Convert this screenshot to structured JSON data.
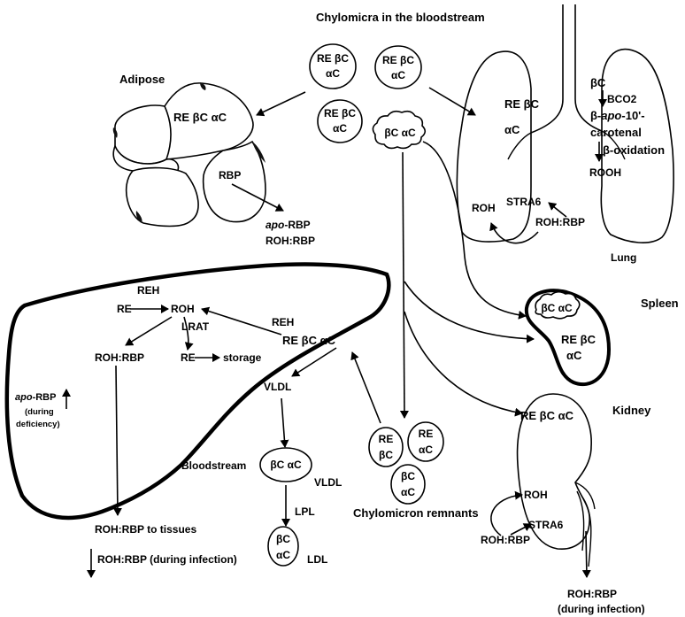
{
  "chylomicra": {
    "title": "Chylomicra in the bloodstream",
    "p1": {
      "l1": "RE βC",
      "l2": "αC"
    },
    "p2": {
      "l1": "RE βC",
      "l2": "αC"
    },
    "p3": {
      "l1": "RE βC",
      "l2": "αC"
    },
    "cloud": "βC αC"
  },
  "adipose": {
    "title": "Adipose",
    "content": "RE βC αC",
    "rbp": "RBP",
    "apo": "apo",
    "apo_suffix": "-RBP",
    "rohrbp": "ROH:RBP"
  },
  "lung": {
    "title": "Lung",
    "re_bc": "RE βC",
    "ac": "αC",
    "bc": "βC",
    "bco2": "BCO2",
    "beta_prefix": "β-",
    "apo": "apo",
    "suffix_10": "-10'-",
    "carotenal": "carotenal",
    "beta_ox": "β-oxidation",
    "rooh": "ROOH",
    "stra6": "STRA6",
    "roh": "ROH",
    "rohrbp": "ROH:RBP"
  },
  "spleen": {
    "title": "Spleen",
    "cloud": "βC αC",
    "re_bc": "RE βC",
    "ac": "αC"
  },
  "kidney": {
    "title": "Kidney",
    "content": "RE βC αC",
    "roh": "ROH",
    "stra6": "STRA6",
    "rohrbp": "ROH:RBP",
    "out1": "ROH:RBP",
    "out2": "(during infection)"
  },
  "liver": {
    "reh1": "REH",
    "re": "RE",
    "roh": "ROH",
    "lrat": "LRAT",
    "reh2": "REH",
    "re_bc_ac": "RE βC αC",
    "rohrbp": "ROH:RBP",
    "re2": "RE",
    "storage": "storage",
    "vldl": "VLDL",
    "apo": "apo",
    "apo_suffix": "-RBP",
    "during": "(during",
    "deficiency": "deficiency)"
  },
  "blood": {
    "bloodstream": "Bloodstream",
    "vldl_particle": "βC αC",
    "vldl_label": "VLDL",
    "lpl": "LPL",
    "ldl_l1": "βC",
    "ldl_l2": "αC",
    "ldl_label": "LDL",
    "to_tissues": "ROH:RBP to tissues",
    "infection": "ROH:RBP (during infection)"
  },
  "remnants": {
    "r1": {
      "l1": "RE",
      "l2": "βC"
    },
    "r2": {
      "l1": "RE",
      "l2": "αC"
    },
    "r3": {
      "l1": "βC",
      "l2": "αC"
    },
    "label": "Chylomicron remnants"
  }
}
